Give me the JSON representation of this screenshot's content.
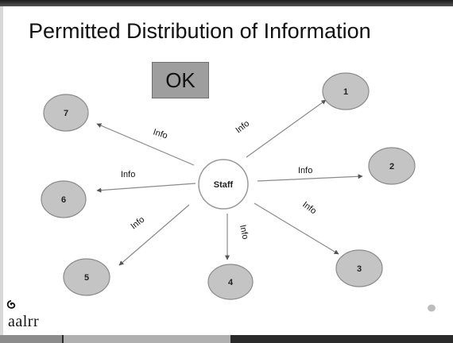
{
  "slide": {
    "title": "Permitted Distribution of Information",
    "badge": "OK",
    "logo_text": "aalrr"
  },
  "diagram": {
    "center": "Staff",
    "nodes": [
      "7",
      "6",
      "5",
      "4",
      "3",
      "2",
      "1"
    ],
    "edge_label": "Info"
  },
  "colors": {
    "node_fill": "#c4c4c4",
    "node_stroke": "#8a8a8a",
    "badge_fill": "#9e9e9e",
    "arrow": "#8a8a8a"
  }
}
